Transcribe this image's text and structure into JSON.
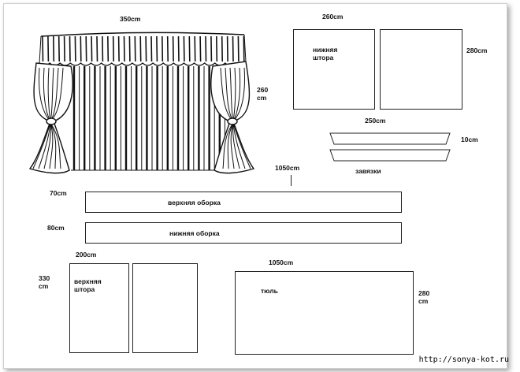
{
  "dimensions": {
    "curtain_width": "350cm",
    "curtain_height_value": "260",
    "curtain_height_unit": "cm",
    "lower_width": "260cm",
    "lower_height": "280cm",
    "ties_length": "250cm",
    "ties_width": "10cm",
    "flounce_length": "1050cm",
    "upper_flounce_width": "70cm",
    "lower_flounce_width": "80cm",
    "upper_curtain_width": "200cm",
    "upper_curtain_height_value": "330",
    "upper_curtain_height_unit": "cm",
    "tulle_width": "1050cm",
    "tulle_height_value": "280",
    "tulle_height_unit": "cm"
  },
  "labels": {
    "lower_curtain_line1": "нижняя",
    "lower_curtain_line2": "штора",
    "ties": "завязки",
    "upper_flounce": "верхняя оборка",
    "lower_flounce": "нижняя оборка",
    "upper_curtain_line1": "верхняя",
    "upper_curtain_line2": "штора",
    "tulle": "тюль"
  },
  "watermark": "http://sonya-kot.ru"
}
